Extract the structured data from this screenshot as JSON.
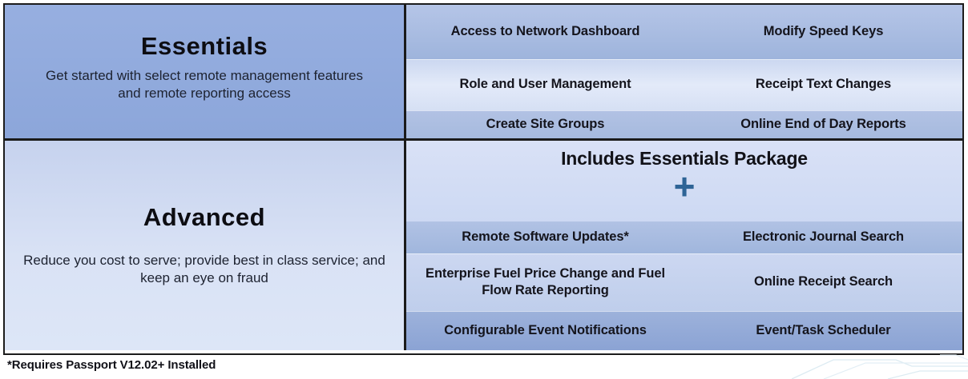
{
  "packages": {
    "essentials": {
      "title": "Essentials",
      "description": "Get started with select remote management features and remote reporting access",
      "features": [
        {
          "left": "Access to Network Dashboard",
          "right": "Modify Speed Keys"
        },
        {
          "left": "Role and User Management",
          "right": "Receipt Text Changes"
        },
        {
          "left": "Create Site Groups",
          "right": "Online End of Day Reports"
        }
      ]
    },
    "advanced": {
      "title": "Advanced",
      "description": "Reduce you cost to serve; provide best in class service; and keep an eye on fraud",
      "includes_header": "Includes Essentials Package",
      "plus_symbol": "+",
      "features": [
        {
          "left": "Remote Software Updates*",
          "right": "Electronic Journal Search"
        },
        {
          "left": "Enterprise Fuel Price Change and Fuel Flow Rate Reporting",
          "right": "Online Receipt Search"
        },
        {
          "left": "Configurable Event Notifications",
          "right": "Event/Task Scheduler"
        }
      ]
    }
  },
  "footnote": "*Requires Passport V12.02+ Installed",
  "colors": {
    "row_medium": "#a3b8de",
    "row_light": "#dbe4f6",
    "essentials_bg": "#91aadd",
    "advanced_bg": "#d5def4",
    "plus": "#2e6496",
    "border": "#1c1c1c"
  }
}
